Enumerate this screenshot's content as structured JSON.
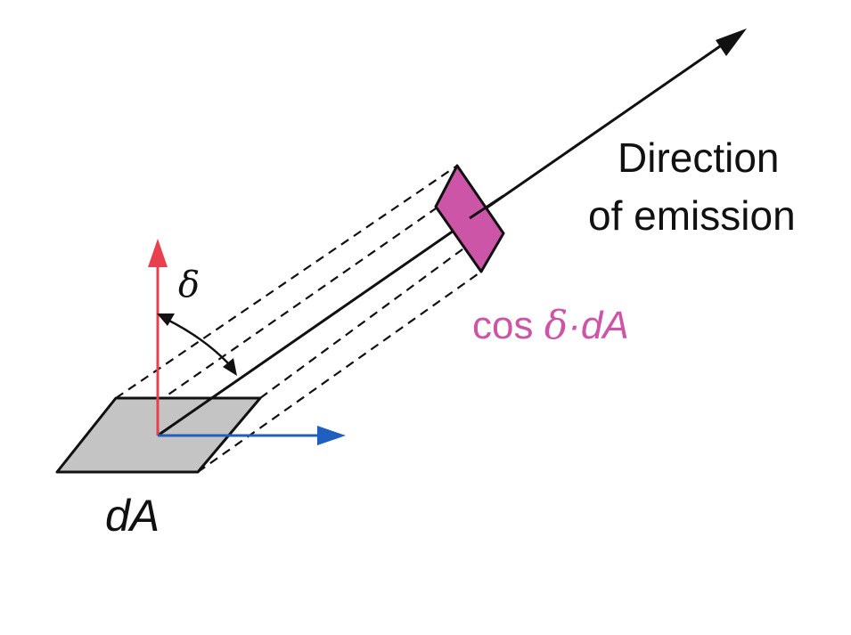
{
  "labels": {
    "direction_line1": "Direction",
    "direction_line2": "of emission",
    "projected_area_prefix": "cos ",
    "projected_area_symbol": "δ",
    "projected_area_suffix": "·dA",
    "angle_symbol": "δ",
    "area_label": "dA"
  },
  "colors": {
    "normal_vector": "#e8404e",
    "tangent_vector": "#1f5fbf",
    "surface_fill": "#c4c4c4",
    "projected_fill": "#cc55a8",
    "projected_label": "#cc55a8",
    "ink": "#111111"
  }
}
